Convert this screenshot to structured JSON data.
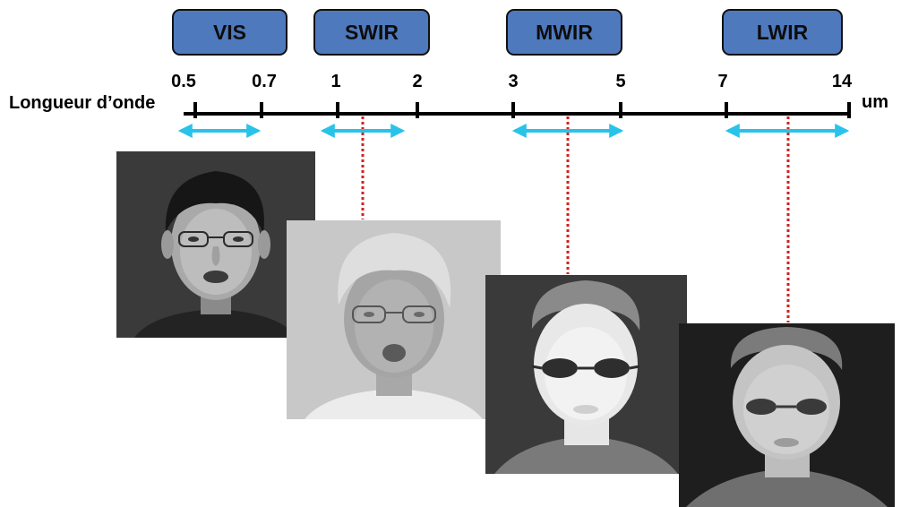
{
  "bands": [
    {
      "name": "VIS"
    },
    {
      "name": "SWIR"
    },
    {
      "name": "MWIR"
    },
    {
      "name": "LWIR"
    }
  ],
  "axis": {
    "title": "Longueur d’onde",
    "unit": "um",
    "ticks": [
      "0.5",
      "0.7",
      "1",
      "2",
      "3",
      "5",
      "7",
      "14"
    ]
  },
  "colors": {
    "band_fill": "#4f79bd",
    "range_arrow": "#29c3ea",
    "connector": "#d42020"
  },
  "images": [
    {
      "band": "VIS",
      "type": "photo-face-visible"
    },
    {
      "band": "SWIR",
      "type": "photo-face-shortwave-infrared"
    },
    {
      "band": "MWIR",
      "type": "photo-face-midwave-thermal"
    },
    {
      "band": "LWIR",
      "type": "photo-face-longwave-thermal"
    }
  ]
}
